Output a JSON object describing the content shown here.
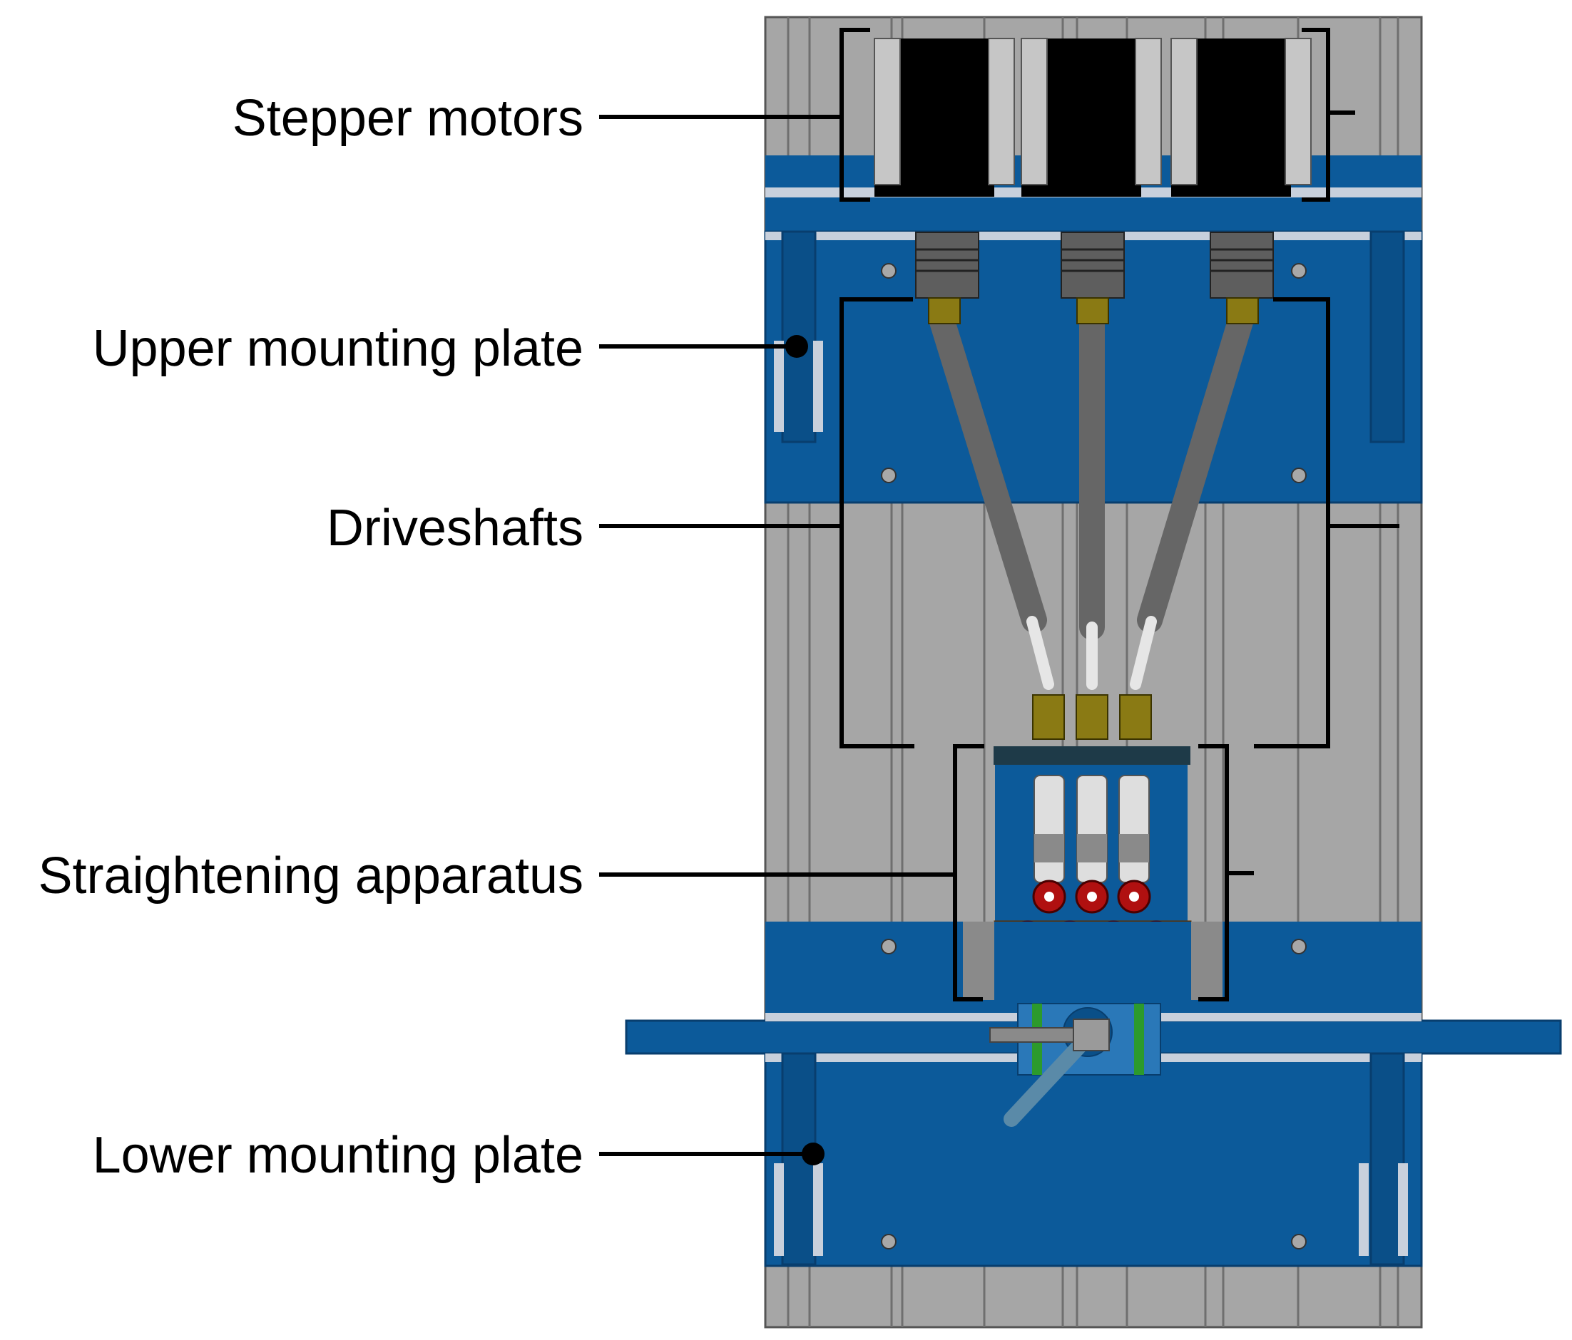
{
  "labels": {
    "stepper_motors": "Stepper motors",
    "upper_mounting_plate": "Upper mounting plate",
    "driveshafts": "Driveshafts",
    "straightening_apparatus": "Straightening apparatus",
    "lower_mounting_plate": "Lower mounting plate"
  },
  "colors": {
    "frame_gray": "#9a9a9a",
    "frame_gray_light": "#b8b8b8",
    "plate_blue": "#0c5a9a",
    "plate_blue_light": "#2a78b8",
    "motor_black": "#000000",
    "shaft_gray": "#6b6b6b",
    "joint_olive": "#8a7a14",
    "roller_red": "#b01010",
    "block_orange": "#b8621c",
    "guide_green": "#2c9a2c"
  }
}
